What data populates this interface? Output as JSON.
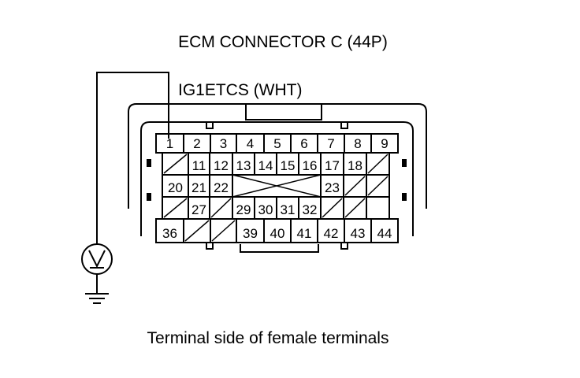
{
  "title": "ECM CONNECTOR C (44P)",
  "wire_label": "IG1ETCS (WHT)",
  "caption": "Terminal side of female terminals",
  "meter_symbol": "V",
  "connector": {
    "rows": [
      [
        "1",
        "2",
        "3",
        "4",
        "5",
        "6",
        "7",
        "8",
        "9"
      ],
      [
        "",
        "11",
        "12",
        "13",
        "14",
        "15",
        "16",
        "17",
        "18",
        ""
      ],
      [
        "20",
        "21",
        "22",
        "",
        "",
        "",
        "23",
        "",
        ""
      ],
      [
        "",
        "27",
        "",
        "29",
        "30",
        "31",
        "32",
        "",
        ""
      ],
      [
        "36",
        "",
        "",
        "39",
        "40",
        "41",
        "42",
        "43",
        "44"
      ]
    ]
  }
}
